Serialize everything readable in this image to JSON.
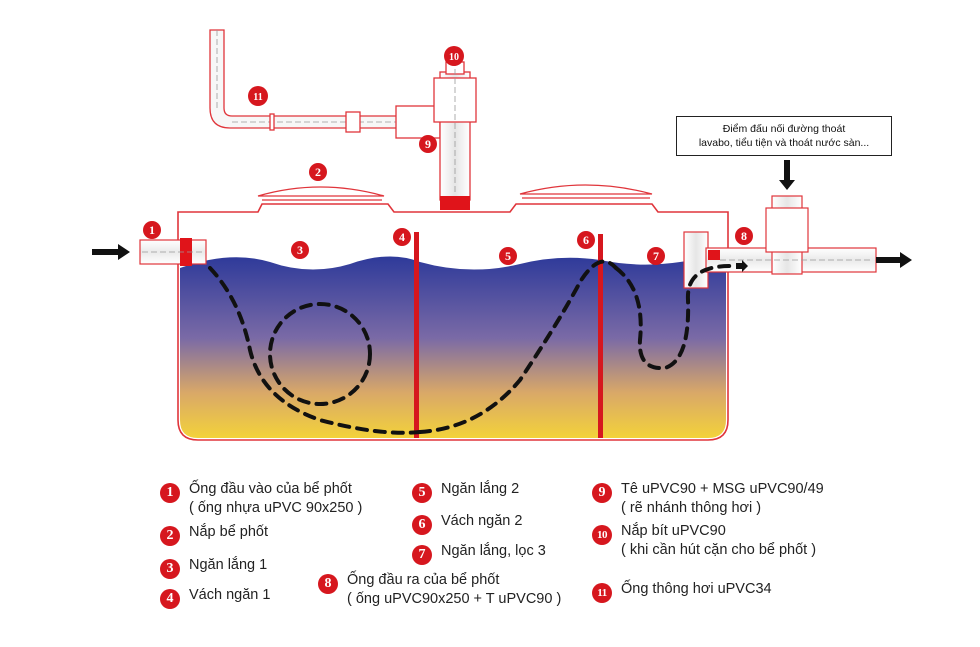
{
  "callout": {
    "line1": "Điểm đấu nối đường thoát",
    "line2": "lavabo, tiểu tiện và thoát nước sàn..."
  },
  "markers": [
    "1",
    "2",
    "3",
    "4",
    "5",
    "6",
    "7",
    "8",
    "9",
    "10",
    "11"
  ],
  "legend": [
    {
      "num": "1",
      "line1": "Ống đầu vào của bể phốt",
      "line2": "( ống nhựa uPVC 90x250 )"
    },
    {
      "num": "2",
      "line1": "Nắp bể phốt",
      "line2": ""
    },
    {
      "num": "3",
      "line1": "Ngăn lắng 1",
      "line2": ""
    },
    {
      "num": "4",
      "line1": "Vách ngăn 1",
      "line2": ""
    },
    {
      "num": "5",
      "line1": "Ngăn lắng 2",
      "line2": ""
    },
    {
      "num": "6",
      "line1": "Vách ngăn 2",
      "line2": ""
    },
    {
      "num": "7",
      "line1": "Ngăn lắng, lọc 3",
      "line2": ""
    },
    {
      "num": "8",
      "line1": "Ống đầu ra của bể phốt",
      "line2": "( ống uPVC90x250 + T uPVC90 )"
    },
    {
      "num": "9",
      "line1": "Tê uPVC90 + MSG uPVC90/49",
      "line2": "( rẽ nhánh thông hơi )"
    },
    {
      "num": "10",
      "line1": "Nắp bít uPVC90",
      "line2": "( khi cần hút cặn cho bể phốt )"
    },
    {
      "num": "11",
      "line1": "Ống thông hơi uPVC34",
      "line2": ""
    }
  ],
  "colors": {
    "accent": "#d6171e",
    "water_top": "#2e3a9a",
    "water_mid": "#8a6a9c",
    "water_bottom": "#f3d23a",
    "outline": "#e0353b",
    "pipe": "#f5f5f5"
  }
}
